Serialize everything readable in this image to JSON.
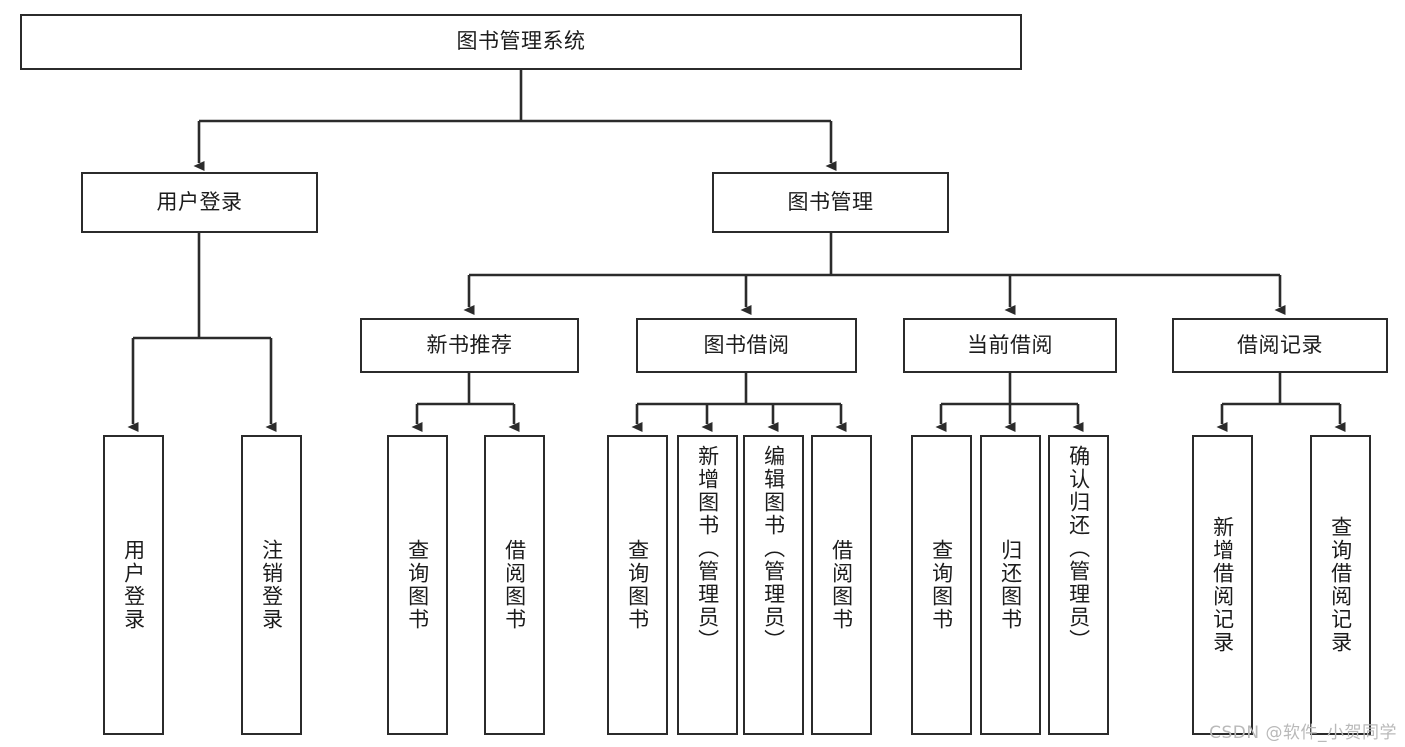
{
  "diagram": {
    "type": "tree-hierarchy",
    "title": "图书管理系统",
    "watermark": "CSDN @软件_小贺同学",
    "colors": {
      "background": "#ffffff",
      "box_border": "#2b2b2b",
      "box_fill": "#ffffff",
      "connector": "#2b2b2b",
      "text": "#1c1c1c",
      "watermark": "#b9b9b9"
    },
    "nodes": {
      "root": {
        "label": "图书管理系统"
      },
      "level2": [
        {
          "id": "user_login",
          "label": "用户登录"
        },
        {
          "id": "book_mgmt",
          "label": "图书管理"
        }
      ],
      "level3": [
        {
          "id": "new_book_rec",
          "label": "新书推荐"
        },
        {
          "id": "book_borrow",
          "label": "图书借阅"
        },
        {
          "id": "current_borrow",
          "label": "当前借阅"
        },
        {
          "id": "borrow_record",
          "label": "借阅记录"
        }
      ],
      "leaves": {
        "user_login": [
          {
            "label": "用户登录"
          },
          {
            "label": "注销登录"
          }
        ],
        "new_book_rec": [
          {
            "label": "查询图书"
          },
          {
            "label": "借阅图书"
          }
        ],
        "book_borrow": [
          {
            "label": "查询图书"
          },
          {
            "label": "新增图书（管理员）"
          },
          {
            "label": "编辑图书（管理员）"
          },
          {
            "label": "借阅图书"
          }
        ],
        "current_borrow": [
          {
            "label": "查询图书"
          },
          {
            "label": "归还图书"
          },
          {
            "label": "确认归还（管理员）"
          }
        ],
        "borrow_record": [
          {
            "label": "新增借阅记录"
          },
          {
            "label": "查询借阅记录"
          }
        ]
      }
    }
  }
}
